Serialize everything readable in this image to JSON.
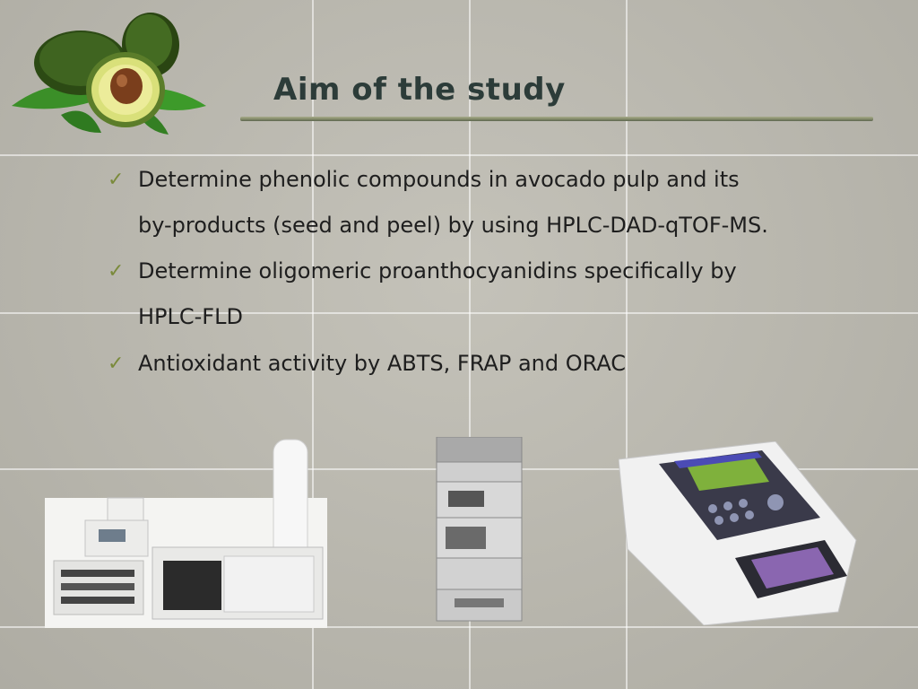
{
  "slide": {
    "title": "Aim of the study",
    "bullets": [
      {
        "lines": [
          "Determine phenolic compounds in avocado pulp and its",
          "by-products (seed and peel) by using HPLC-DAD-qTOF-MS."
        ]
      },
      {
        "lines": [
          "Determine oligomeric proanthocyanidins specifically by",
          "HPLC-FLD"
        ]
      },
      {
        "lines": [
          "Antioxidant activity by ABTS, FRAP and ORAC"
        ]
      }
    ],
    "colors": {
      "title": "#2c3c39",
      "checkmark": "#7a8a3b",
      "rule": "#7f8766",
      "background": "#b9b7ae"
    },
    "icons": {
      "bullet": "checkmark-icon"
    },
    "images": [
      "avocado-image",
      "lc-ms-instrument-image",
      "hplc-stack-image",
      "microplate-reader-image"
    ]
  }
}
